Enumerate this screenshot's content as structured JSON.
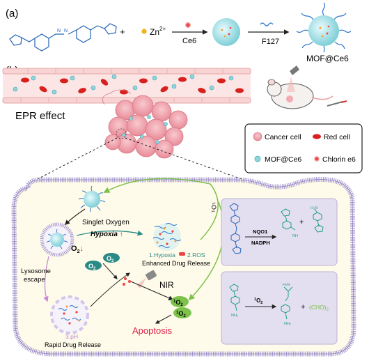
{
  "panel_a": {
    "label": "(a)",
    "plus": "+",
    "zn": "Zn",
    "zn_sup": "2+",
    "step1_label": "Ce6",
    "step2_label": "F127",
    "product_label": "MOF@Ce6"
  },
  "panel_b": {
    "label": "(b)",
    "epr_label": "EPR effect"
  },
  "legend": {
    "cancer_cell": "Cancer cell",
    "red_cell": "Red cell",
    "mof": "MOF@Ce6",
    "chlorin": "Chlorin e6"
  },
  "cell": {
    "singlet_oxygen": "Singlet Oxygen",
    "hypoxia": "Hypoxia",
    "o2_down": "O",
    "o2_left": "O",
    "o2_right": "O",
    "singlet_top": "O",
    "singlet_a": "O",
    "singlet_b": "O",
    "hypoxia_step": "1.Hypoxia",
    "ros_step": "2.ROS",
    "enhanced_release": "Enhanced Drug Release",
    "nir": "NIR",
    "lysosome_escape_1": "Lysosome",
    "lysosome_escape_2": "escape",
    "ph_step": "3.pH",
    "rapid_release": "Rapid Drug Release",
    "apoptosis": "Apoptosis"
  },
  "reactions": {
    "nqo1": "NQO1",
    "nadph": "NADPH",
    "plus_top": "+",
    "singlet_o2": "O",
    "plus_bottom": "+",
    "glyoxal": "(CHO)",
    "glyoxal_sub": "2"
  },
  "colors": {
    "vessel": "#f6d4d4",
    "rbc": "#d8201c",
    "tumor": "#f2a7b0",
    "membrane": "#a99bd0",
    "cell_fill": "#fffbea",
    "purple_box": "#e4dff0",
    "teal": "#2a8a86",
    "green_arrow": "#7cc24b",
    "apoptosis": "#e0204a",
    "mof_core": "#8fd5dc"
  }
}
